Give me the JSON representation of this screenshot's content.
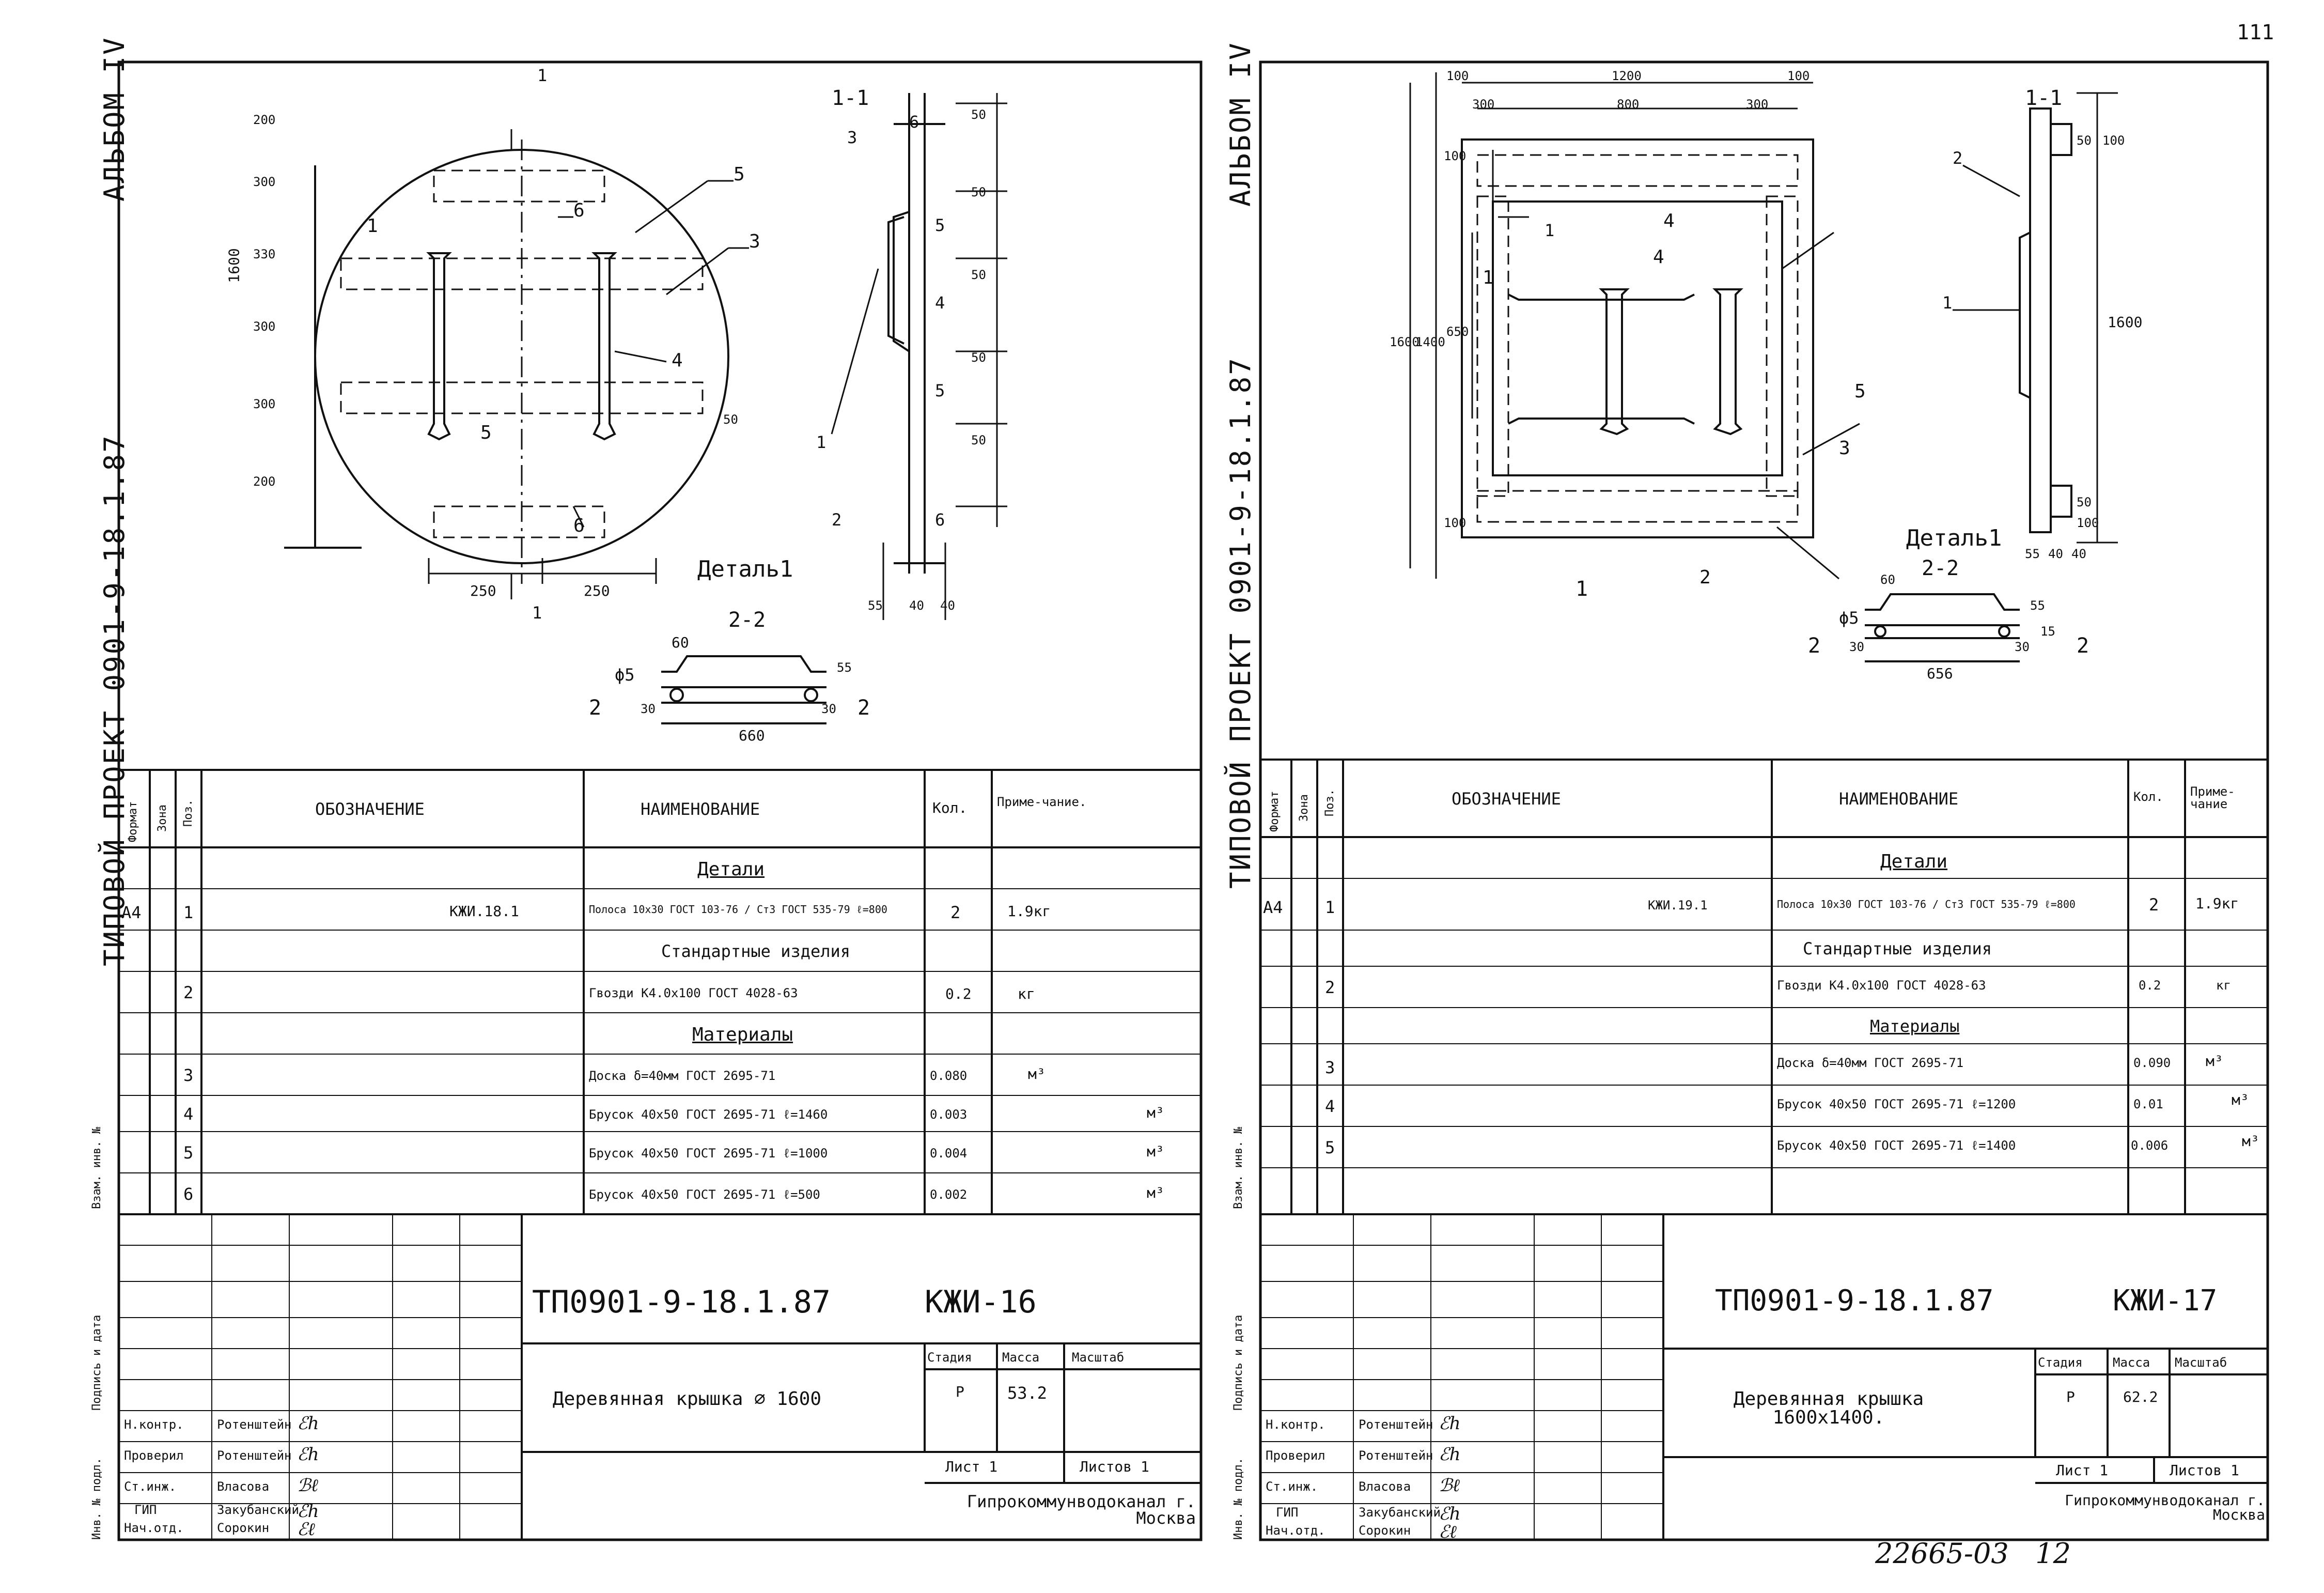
{
  "page_number": "111",
  "footer_code": "22665-03",
  "footer_sheet": "12",
  "left": {
    "spine_album": "АЛЬБОМ IV",
    "spine_project": "ТИПОВОЙ ПРОЕКТ 0901-9-18.1.87",
    "headers": {
      "format": "Формат",
      "zone": "Зона",
      "pos": "Поз.",
      "designation": "ОБОЗНАЧЕНИЕ",
      "name": "НАИМЕНОВАНИЕ",
      "qty": "Кол.",
      "note": "Приме-чание."
    },
    "sections": {
      "details": "Детали",
      "standard": "Стандартные изделия",
      "materials": "Материалы"
    },
    "rows": [
      {
        "format": "А4",
        "pos": "1",
        "designation": "КЖИ.18.1",
        "name": "Полоса 10х30 ГОСТ 103-76 / Ст3 ГОСТ 535-79 ℓ=800",
        "qty": "2",
        "note": "1.9кг"
      },
      {
        "format": "",
        "pos": "2",
        "designation": "",
        "name": "Гвозди К4.0х100 ГОСТ 4028-63",
        "qty": "0.2",
        "note": "кг"
      },
      {
        "format": "",
        "pos": "3",
        "designation": "",
        "name": "Доска δ=40мм ГОСТ 2695-71",
        "qty": "0.080",
        "note": "м³"
      },
      {
        "format": "",
        "pos": "4",
        "designation": "",
        "name": "Брусок 40х50 ГОСТ 2695-71 ℓ=1460",
        "qty": "0.003",
        "note": "м³"
      },
      {
        "format": "",
        "pos": "5",
        "designation": "",
        "name": "Брусок 40х50 ГОСТ 2695-71 ℓ=1000",
        "qty": "0.004",
        "note": "м³"
      },
      {
        "format": "",
        "pos": "6",
        "designation": "",
        "name": "Брусок 40х50 ГОСТ 2695-71 ℓ=500",
        "qty": "0.002",
        "note": "м³"
      }
    ],
    "side_labels": [
      "Взам. инв. №",
      "Подпись и дата",
      "Инв. № подл."
    ],
    "project_code": "ТП0901-9-18.1.87",
    "doc_code": "КЖИ-16",
    "title": "Деревянная крышка ⌀ 1600",
    "stage_label": "Стадия",
    "stage": "Р",
    "mass_label": "Масса",
    "mass": "53.2",
    "scale_label": "Масштаб",
    "sheet_label": "Лист 1",
    "sheets_label": "Листов 1",
    "organization": "Гипрокоммунводоканал г. Москва",
    "roles": [
      "Н.контр.",
      "Проверил",
      "Ст.инж.",
      "ГИП",
      "Нач.отд."
    ],
    "persons": [
      "Ротенштейн",
      "Ротенштейн",
      "Власова",
      "Закубанский",
      "Сорокин"
    ],
    "drawing": {
      "dims_vertical": [
        "200",
        "300",
        "330",
        "300",
        "300",
        "200"
      ],
      "overall": "1600",
      "dims_bottom": [
        "250",
        "250"
      ],
      "dim_50": "50",
      "section_mark": "1",
      "callouts": [
        "1",
        "3",
        "4",
        "5",
        "5",
        "6",
        "6"
      ],
      "section_title": "1-1",
      "section_callouts": [
        "6",
        "3",
        "5",
        "4",
        "1",
        "5",
        "2",
        "6"
      ],
      "section_dims": [
        "50",
        "50",
        "50",
        "50",
        "50"
      ],
      "section_bottom": [
        "55",
        "40",
        "40"
      ],
      "detail_title": "Деталь1",
      "detail_section": "2-2",
      "detail_dims": [
        "60",
        "55",
        "30",
        "30",
        "660"
      ],
      "detail_phi": "ϕ5",
      "detail_marks": [
        "2",
        "2"
      ]
    }
  },
  "right": {
    "spine_album": "АЛЬБОМ IV",
    "spine_project": "ТИПОВОЙ ПРОЕКТ 0901-9-18.1.87",
    "headers": {
      "format": "Формат",
      "zone": "Зона",
      "pos": "Поз.",
      "designation": "ОБОЗНАЧЕНИЕ",
      "name": "НАИМЕНОВАНИЕ",
      "qty": "Кол.",
      "note": "Приме-чание"
    },
    "sections": {
      "details": "Детали",
      "standard": "Стандартные изделия",
      "materials": "Материалы"
    },
    "rows": [
      {
        "format": "А4",
        "pos": "1",
        "designation": "КЖИ.19.1",
        "name": "Полоса 10х30 ГОСТ 103-76 / Ст3 ГОСТ 535-79 ℓ=800",
        "qty": "2",
        "note": "1.9кг"
      },
      {
        "format": "",
        "pos": "2",
        "designation": "",
        "name": "Гвозди К4.0х100 ГОСТ 4028-63",
        "qty": "0.2",
        "note": "кг"
      },
      {
        "format": "",
        "pos": "3",
        "designation": "",
        "name": "Доска δ=40мм ГОСТ 2695-71",
        "qty": "0.090",
        "note": "м³"
      },
      {
        "format": "",
        "pos": "4",
        "designation": "",
        "name": "Брусок 40х50 ГОСТ 2695-71 ℓ=1200",
        "qty": "0.01",
        "note": "м³"
      },
      {
        "format": "",
        "pos": "5",
        "designation": "",
        "name": "Брусок 40х50 ГОСТ 2695-71 ℓ=1400",
        "qty": "0.006",
        "note": "м³"
      }
    ],
    "side_labels": [
      "Взам. инв. №",
      "Подпись и дата",
      "Инв. № подл."
    ],
    "project_code": "ТП0901-9-18.1.87",
    "doc_code": "КЖИ-17",
    "title": "Деревянная крышка 1600х1400.",
    "stage_label": "Стадия",
    "stage": "Р",
    "mass_label": "Масса",
    "mass": "62.2",
    "scale_label": "Масштаб",
    "sheet_label": "Лист 1",
    "sheets_label": "Листов 1",
    "organization": "Гипрокоммунводоканал г. Москва",
    "roles": [
      "Н.контр.",
      "Проверил",
      "Ст.инж.",
      "ГИП",
      "Нач.отд."
    ],
    "persons": [
      "Ротенштейн",
      "Ротенштейн",
      "Власова",
      "Закубанский",
      "Сорокин"
    ],
    "drawing": {
      "dims_top": [
        "100",
        "1200",
        "100"
      ],
      "dims_top2": [
        "300",
        "800",
        "300"
      ],
      "overall_h": "1600",
      "inner_h": "1400",
      "dim_650": "650",
      "dims_side": [
        "100",
        "100"
      ],
      "section_mark": "1",
      "callouts": [
        "4",
        "4",
        "1",
        "3",
        "5",
        "2"
      ],
      "section_title": "1-1",
      "section_callouts": [
        "2",
        "1"
      ],
      "section_dims": [
        "50",
        "100",
        "50",
        "100",
        "1600"
      ],
      "section_bottom": [
        "55",
        "40",
        "40"
      ],
      "detail_title": "Деталь1",
      "detail_section": "2-2",
      "detail_dims": [
        "60",
        "55",
        "30",
        "30",
        "656",
        "15"
      ],
      "detail_phi": "ϕ5",
      "detail_marks": [
        "2",
        "2"
      ]
    }
  }
}
